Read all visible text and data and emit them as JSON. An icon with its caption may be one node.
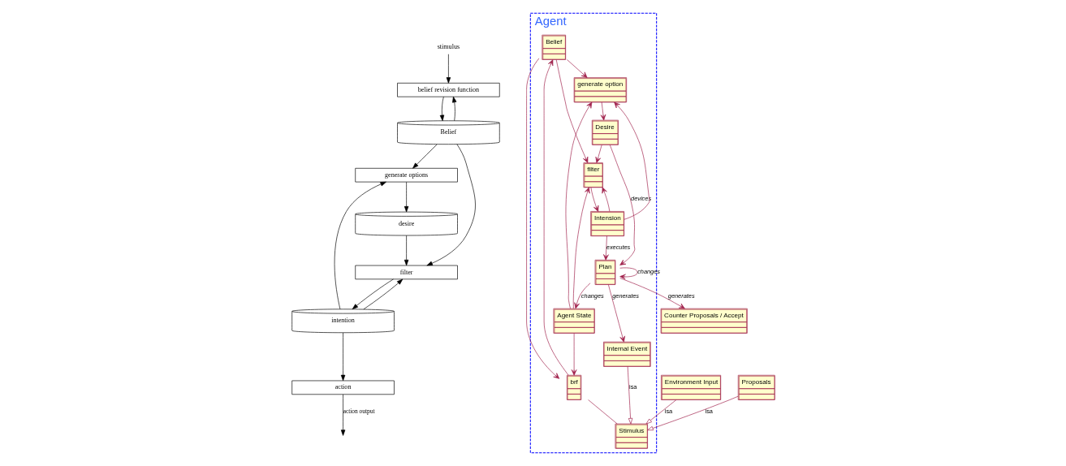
{
  "diagram": {
    "nodes": [
      {
        "text": [
          "stimulus"
        ]
      },
      {
        "text": [
          "belief revision function"
        ]
      },
      {
        "text": [
          "Belief"
        ]
      },
      {
        "text": [
          "generate options"
        ]
      },
      {
        "text": [
          "desire"
        ]
      },
      {
        "text": [
          "filter"
        ]
      },
      {
        "text": [
          "intention"
        ]
      },
      {
        "text": [
          "action"
        ]
      },
      {
        "text": [
          "Agent"
        ]
      },
      {
        "text": [
          "Belief"
        ],
        "in": 8
      },
      {
        "text": [
          "generate option"
        ],
        "in": 8
      },
      {
        "text": [
          "Desire"
        ],
        "in": 8
      },
      {
        "text": [
          "filter"
        ],
        "in": 8
      },
      {
        "text": [
          "Intension"
        ],
        "in": 8
      },
      {
        "text": [
          "brf"
        ],
        "in": 8
      },
      {
        "text": [
          "Agent State"
        ],
        "in": 8
      },
      {
        "text": [
          "Stimulus"
        ],
        "in": 8
      },
      {
        "text": [
          "Internal Event"
        ],
        "in": 8
      },
      {
        "text": [
          "Plan"
        ],
        "in": 8
      },
      {
        "text": [
          "Environment Input"
        ]
      },
      {
        "text": [
          "Proposals"
        ]
      },
      {
        "text": [
          "Counter Proposals / Accept"
        ]
      }
    ],
    "edges": [
      {
        "from": 0,
        "to": 1,
        "arrow": "to",
        "color": "#000000"
      },
      {
        "from": 1,
        "to": 2,
        "arrow": "to",
        "color": "#000000"
      },
      {
        "from": 2,
        "to": 1,
        "arrow": "to",
        "color": "#000000"
      },
      {
        "from": 2,
        "to": 3,
        "arrow": "to",
        "color": "#000000"
      },
      {
        "from": 2,
        "to": 5,
        "arrow": "to",
        "color": "#000000"
      },
      {
        "from": 3,
        "to": 4,
        "arrow": "to",
        "color": "#000000"
      },
      {
        "from": 4,
        "to": 5,
        "arrow": "to",
        "color": "#000000"
      },
      {
        "from": 5,
        "to": 6,
        "arrow": "to",
        "color": "#000000"
      },
      {
        "from": 6,
        "to": 3,
        "arrow": "to",
        "color": "#000000"
      },
      {
        "from": 6,
        "to": 5,
        "arrow": "to",
        "color": "#000000"
      },
      {
        "from": 6,
        "to": 7,
        "arrow": "to",
        "color": "#000000"
      },
      {
        "from": 7,
        "to": null,
        "arrow": "to",
        "label": "action output",
        "color": "#000000"
      },
      {
        "from": 9,
        "to": 10,
        "arrow": "to"
      },
      {
        "from": 10,
        "to": 11,
        "arrow": "to"
      },
      {
        "from": 11,
        "to": 12,
        "arrow": "to"
      },
      {
        "from": 12,
        "to": 13,
        "arrow": "to"
      },
      {
        "from": 13,
        "to": 10,
        "arrow": "to"
      },
      {
        "from": 13,
        "to": 12,
        "arrow": "to"
      },
      {
        "from": 9,
        "to": 12,
        "arrow": "to"
      },
      {
        "from": 9,
        "to": 14,
        "arrow": "to"
      },
      {
        "from": 14,
        "to": 9,
        "arrow": "to"
      },
      {
        "from": 15,
        "to": 10,
        "arrow": "to"
      },
      {
        "from": 15,
        "to": 12,
        "arrow": "to"
      },
      {
        "from": 15,
        "to": 14,
        "arrow": "to"
      },
      {
        "from": 14,
        "to": 16,
        "arrow": "none"
      },
      {
        "from": 13,
        "to": 18,
        "arrow": "to",
        "label": "executes"
      },
      {
        "from": 11,
        "to": 18,
        "arrow": "to",
        "label": "devices"
      },
      {
        "from": 18,
        "to": 15,
        "arrow": "to",
        "label": "changes"
      },
      {
        "from": 18,
        "to": 18,
        "arrow": "to",
        "label": "changes"
      },
      {
        "from": 18,
        "to": 17,
        "arrow": "to",
        "label": "generates"
      },
      {
        "from": 17,
        "to": 16,
        "arrow": "to",
        "label": "isa"
      },
      {
        "from": 19,
        "to": 16,
        "arrow": "to",
        "label": "isa"
      },
      {
        "from": 20,
        "to": 16,
        "arrow": "to",
        "label": "isa"
      },
      {
        "from": 18,
        "to": 21,
        "arrow": "to",
        "label": "generates"
      }
    ]
  }
}
